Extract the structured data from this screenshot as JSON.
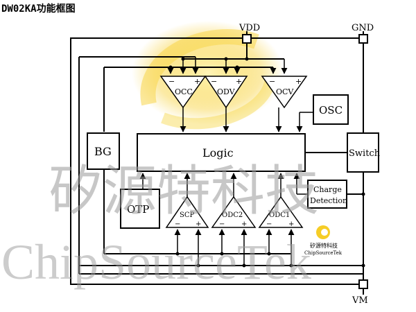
{
  "title": "DW02KA功能框图",
  "pins": {
    "vdd": "VDD",
    "gnd": "GND",
    "vm": "VM"
  },
  "blocks": {
    "bg": "BG",
    "logic": "Logic",
    "osc": "OSC",
    "switch": "Switch",
    "otp": "OTP",
    "charge_detection_line1": "Charge",
    "charge_detection_line2": "Detection"
  },
  "comparators": {
    "occ": "OCC",
    "odv": "ODV",
    "ocv": "OCV",
    "scp": "SCP",
    "odc2": "ODC2",
    "odc1": "ODC1",
    "minus": "−",
    "plus": "+"
  },
  "watermark": {
    "cn": "矽源特科技",
    "en": "ChipSourceTek",
    "logo_cn": "矽源特科技",
    "logo_en": "ChipSourceTek"
  },
  "colors": {
    "line": "#000000",
    "watermark": "#9a9a9a",
    "logo_glow": "#f5c400"
  }
}
